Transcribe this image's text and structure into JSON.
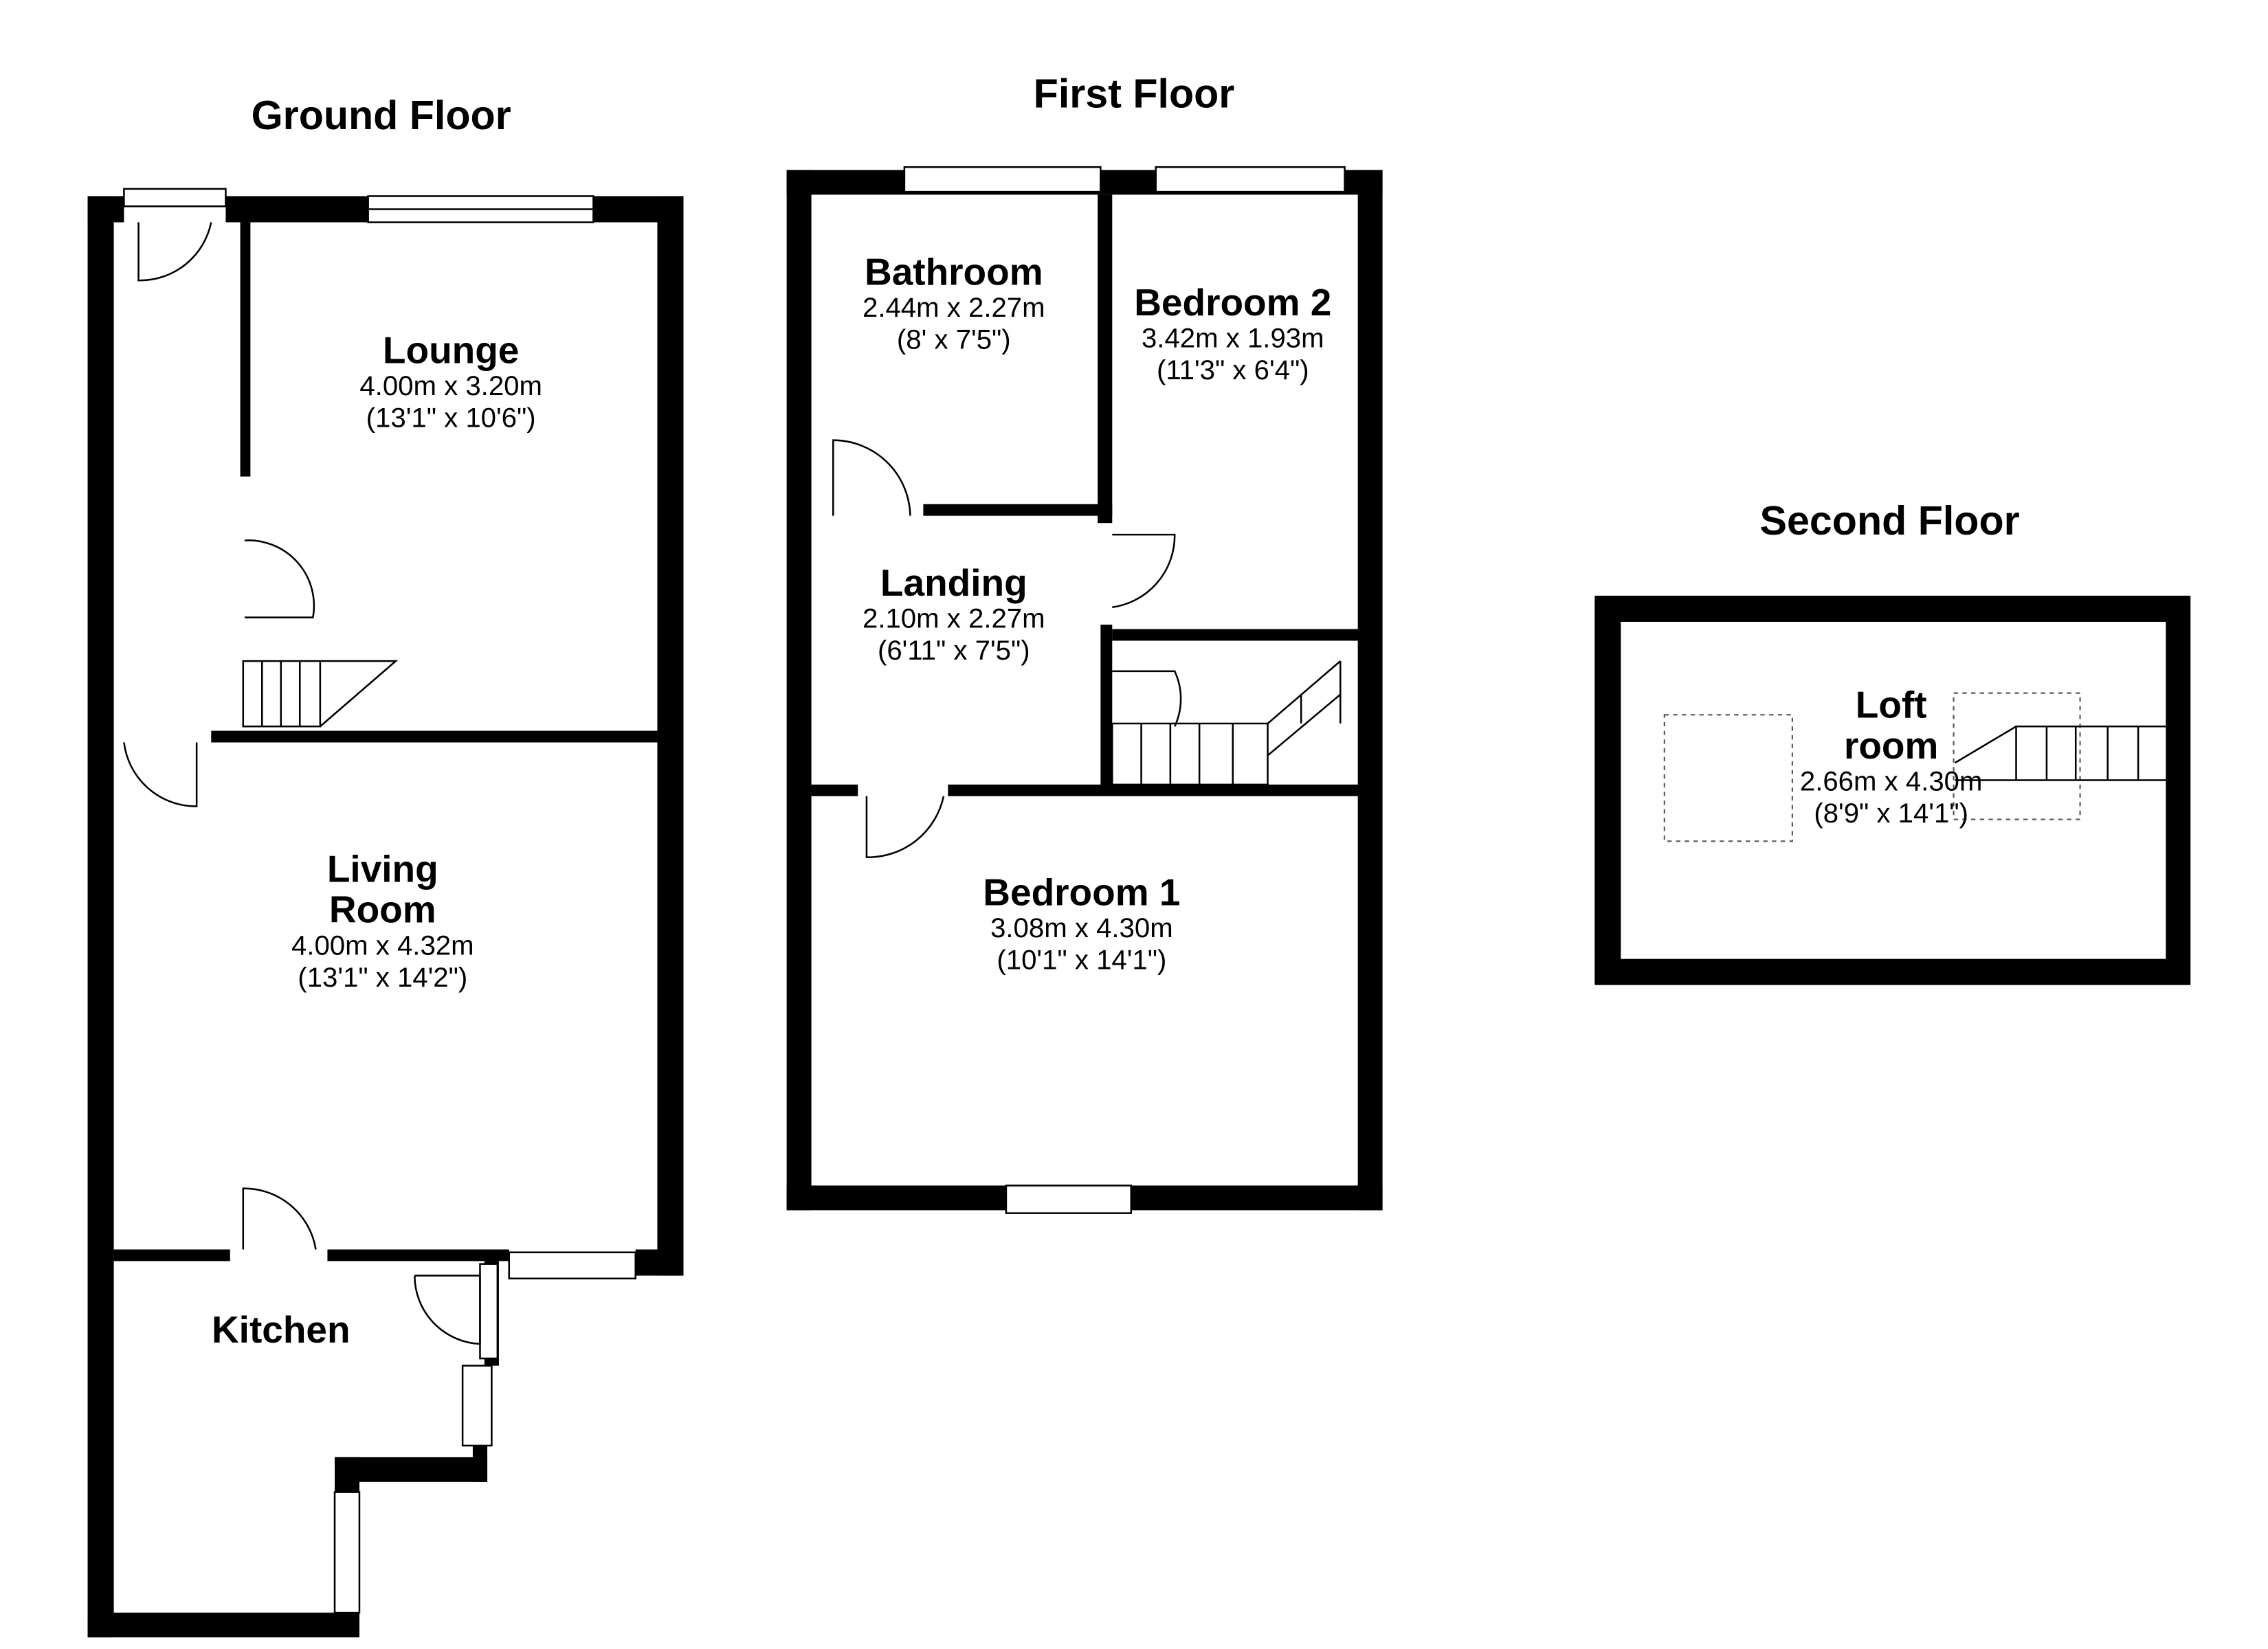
{
  "floors": {
    "ground": {
      "title": "Ground Floor",
      "lounge": {
        "name": "Lounge",
        "metric": "4.00m x 3.20m",
        "imperial": "(13'1\" x 10'6\")"
      },
      "living": {
        "name1": "Living",
        "name2": "Room",
        "metric": "4.00m x 4.32m",
        "imperial": "(13'1\" x 14'2\")"
      },
      "kitchen": {
        "name": "Kitchen"
      }
    },
    "first": {
      "title": "First Floor",
      "bathroom": {
        "name": "Bathroom",
        "metric": "2.44m x 2.27m",
        "imperial": "(8' x 7'5\")"
      },
      "bedroom2": {
        "name": "Bedroom 2",
        "metric": "3.42m x 1.93m",
        "imperial": "(11'3\" x 6'4\")"
      },
      "landing": {
        "name": "Landing",
        "metric": "2.10m x 2.27m",
        "imperial": "(6'11\" x 7'5\")"
      },
      "bedroom1": {
        "name": "Bedroom 1",
        "metric": "3.08m x 4.30m",
        "imperial": "(10'1\" x 14'1\")"
      }
    },
    "second": {
      "title": "Second Floor",
      "loft": {
        "name1": "Loft",
        "name2": "room",
        "metric": "2.66m x 4.30m",
        "imperial": "(8'9\" x 14'1\")"
      }
    }
  }
}
